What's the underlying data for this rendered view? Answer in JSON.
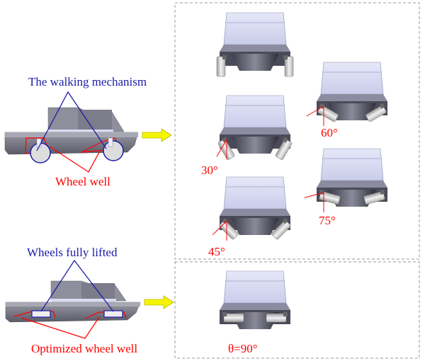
{
  "labels": {
    "walking_mechanism": "The walking mechanism",
    "wheel_well": "Wheel well",
    "wheels_fully_lifted": "Wheels fully lifted",
    "optimized_wheel_well": "Optimized wheel well"
  },
  "angles": [
    {
      "id": "a0",
      "label": "",
      "deg": 0
    },
    {
      "id": "a30",
      "label": "30°",
      "deg": 30
    },
    {
      "id": "a45",
      "label": "45°",
      "deg": 45
    },
    {
      "id": "a60",
      "label": "60°",
      "deg": 60
    },
    {
      "id": "a75",
      "label": "75°",
      "deg": 75
    },
    {
      "id": "a90",
      "label": "θ=90°",
      "deg": 90
    }
  ],
  "colors": {
    "blue": "#1c1ca8",
    "red": "#ff0000",
    "arrow": "#f5f500",
    "body": "#6d6d78",
    "cabin": "#d8dcf2",
    "dashed": "#9a9a9a"
  }
}
